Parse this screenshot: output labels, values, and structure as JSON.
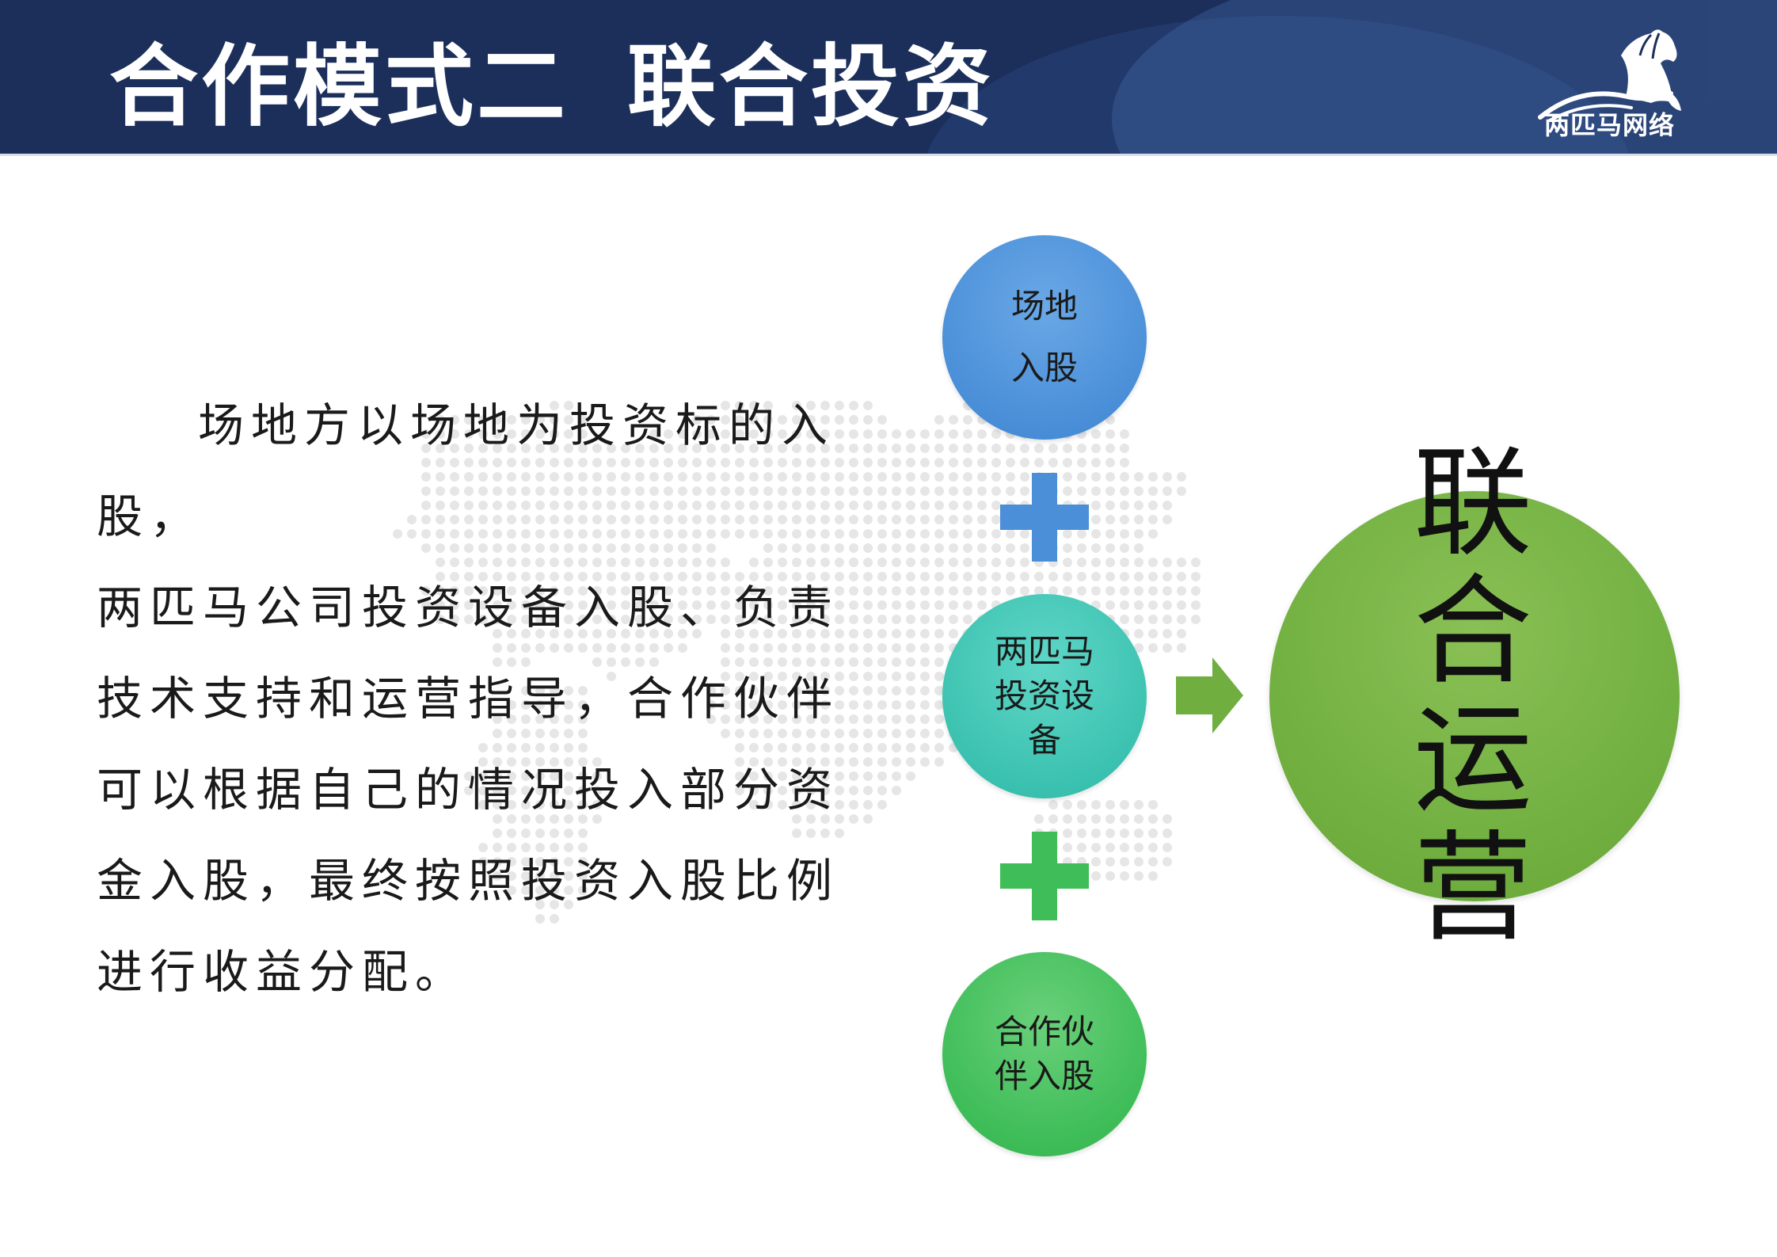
{
  "header": {
    "title_left": "合作模式二",
    "title_right": "联合投资",
    "logo_text": "两匹马网络"
  },
  "body": {
    "paragraph": "场地方以场地为投资标的入股，两匹马公司投资设备入股、负责技术支持和运营指导，合作伙伴可以根据自己的情况投入部分资金入股，最终按照投资入股比例进行收益分配。",
    "lines": [
      "场地方以场地为投资标的入股，",
      "两匹马公司投资设备入股、负责",
      "技术支持和运营指导，合作伙伴",
      "可以根据自己的情况投入部分资",
      "金入股，最终按照投资入股比例",
      "进行收益分配。"
    ]
  },
  "diagram": {
    "inputs": [
      {
        "label": "场地入股",
        "lines": [
          "场地",
          "入股"
        ],
        "color": "#4a8fd8"
      },
      {
        "label": "两匹马投资设备",
        "lines": [
          "两匹马",
          "投资设",
          "备"
        ],
        "color": "#3cc2b0"
      },
      {
        "label": "合作伙伴入股",
        "lines": [
          "合作伙",
          "伴入股"
        ],
        "color": "#3ebd58"
      }
    ],
    "plus_colors": [
      "#4a8fd8",
      "#3ebd58"
    ],
    "arrow_color": "#6fae3f",
    "output": {
      "label": "联合运营",
      "lines": [
        "联合",
        "运营"
      ],
      "color": "#6fae3f"
    }
  },
  "colors": {
    "header_bg": "#1c2f5b",
    "text": "#1a1a1a",
    "map_dots": "#e6e6e6"
  }
}
